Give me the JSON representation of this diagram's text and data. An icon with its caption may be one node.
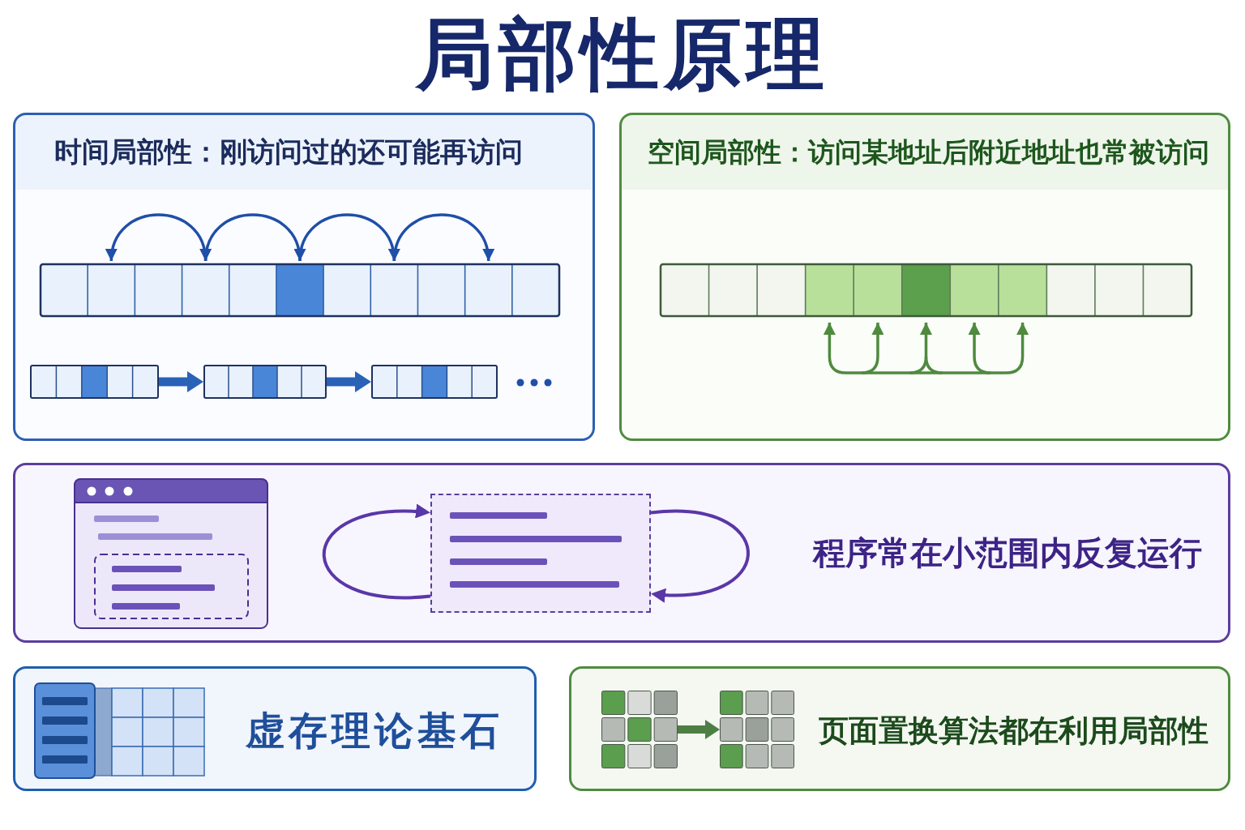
{
  "diagram": {
    "title": "局部性原理",
    "nodes": [
      {
        "text": [
          "时间局部性：刚访问过的还可能再访问"
        ]
      },
      {
        "text": [],
        "shape": "bar",
        "in": 0
      },
      {
        "text": [],
        "shape": "bar",
        "in": 0
      },
      {
        "text": [],
        "shape": "bar",
        "in": 0
      },
      {
        "text": [
          "空间局部性：访问某地址后附近地址也常被访问"
        ]
      },
      {
        "text": [
          "程序常在小范围内反复运行"
        ]
      },
      {
        "text": [],
        "shape": "box",
        "in": 5
      },
      {
        "text": [
          "虚存理论基石"
        ]
      },
      {
        "text": [
          "页面置换算法都在利用局部性"
        ]
      },
      {
        "text": [],
        "shape": "grid",
        "in": 8
      },
      {
        "text": [],
        "shape": "grid",
        "in": 8
      }
    ],
    "edges": [
      {
        "from": 1,
        "to": 2,
        "arrow": "to",
        "color": "#2a62b8"
      },
      {
        "from": 2,
        "to": 3,
        "arrow": "to",
        "color": "#2a62b8"
      },
      {
        "from": 6,
        "to": 6,
        "arrow": "to",
        "color": "#5a37a8"
      },
      {
        "from": 6,
        "to": 6,
        "arrow": "to",
        "color": "#5a37a8"
      },
      {
        "from": 9,
        "to": 10,
        "arrow": "to",
        "color": "#4d7f44"
      }
    ]
  }
}
